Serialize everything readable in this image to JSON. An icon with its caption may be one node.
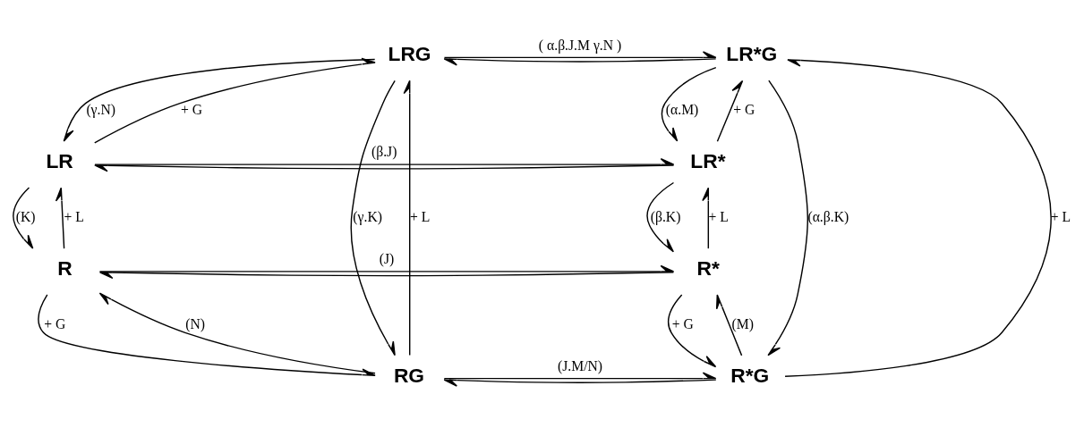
{
  "diagram": {
    "nodes": [
      {
        "text": [
          "LRG"
        ]
      },
      {
        "text": [
          "LR*G"
        ]
      },
      {
        "text": [
          "LR"
        ]
      },
      {
        "text": [
          "LR*"
        ]
      },
      {
        "text": [
          "RG"
        ]
      },
      {
        "text": [
          "R*G"
        ]
      },
      {
        "text": [
          "R"
        ]
      },
      {
        "text": [
          "R*"
        ]
      }
    ],
    "edges": [
      {
        "from": 0,
        "to": 1,
        "arrow": "to",
        "label": "( α.β.J.M γ.N )"
      },
      {
        "from": 1,
        "to": 0,
        "arrow": "to"
      },
      {
        "from": 2,
        "to": 0,
        "arrow": "to",
        "label": "+ G"
      },
      {
        "from": 0,
        "to": 2,
        "arrow": "to",
        "label": "(γ.N)"
      },
      {
        "from": 4,
        "to": 0,
        "arrow": "to",
        "label": "+ L"
      },
      {
        "from": 0,
        "to": 4,
        "arrow": "to",
        "label": "(γ.K)"
      },
      {
        "from": 3,
        "to": 1,
        "arrow": "to",
        "label": "+ G"
      },
      {
        "from": 1,
        "to": 3,
        "arrow": "to",
        "label": "(α.M)"
      },
      {
        "from": 5,
        "to": 1,
        "arrow": "to",
        "label": "+ L"
      },
      {
        "from": 1,
        "to": 5,
        "arrow": "to",
        "label": "(α.β.K)"
      },
      {
        "from": 2,
        "to": 3,
        "arrow": "to",
        "label": "(β.J)"
      },
      {
        "from": 3,
        "to": 2,
        "arrow": "to"
      },
      {
        "from": 4,
        "to": 5,
        "arrow": "to",
        "label": "(J.M/N)"
      },
      {
        "from": 5,
        "to": 4,
        "arrow": "to"
      },
      {
        "from": 6,
        "to": 2,
        "arrow": "to",
        "label": "+ L"
      },
      {
        "from": 2,
        "to": 6,
        "arrow": "to",
        "label": "(K)"
      },
      {
        "from": 6,
        "to": 4,
        "arrow": "to",
        "label": "+ G"
      },
      {
        "from": 4,
        "to": 6,
        "arrow": "to",
        "label": "(N)"
      },
      {
        "from": 7,
        "to": 3,
        "arrow": "to",
        "label": "+ L"
      },
      {
        "from": 3,
        "to": 7,
        "arrow": "to",
        "label": "(β.K)"
      },
      {
        "from": 7,
        "to": 5,
        "arrow": "to",
        "label": "+ G"
      },
      {
        "from": 5,
        "to": 7,
        "arrow": "to",
        "label": "(M)"
      },
      {
        "from": 6,
        "to": 7,
        "arrow": "to",
        "label": "(J)"
      },
      {
        "from": 7,
        "to": 6,
        "arrow": "to"
      }
    ]
  }
}
